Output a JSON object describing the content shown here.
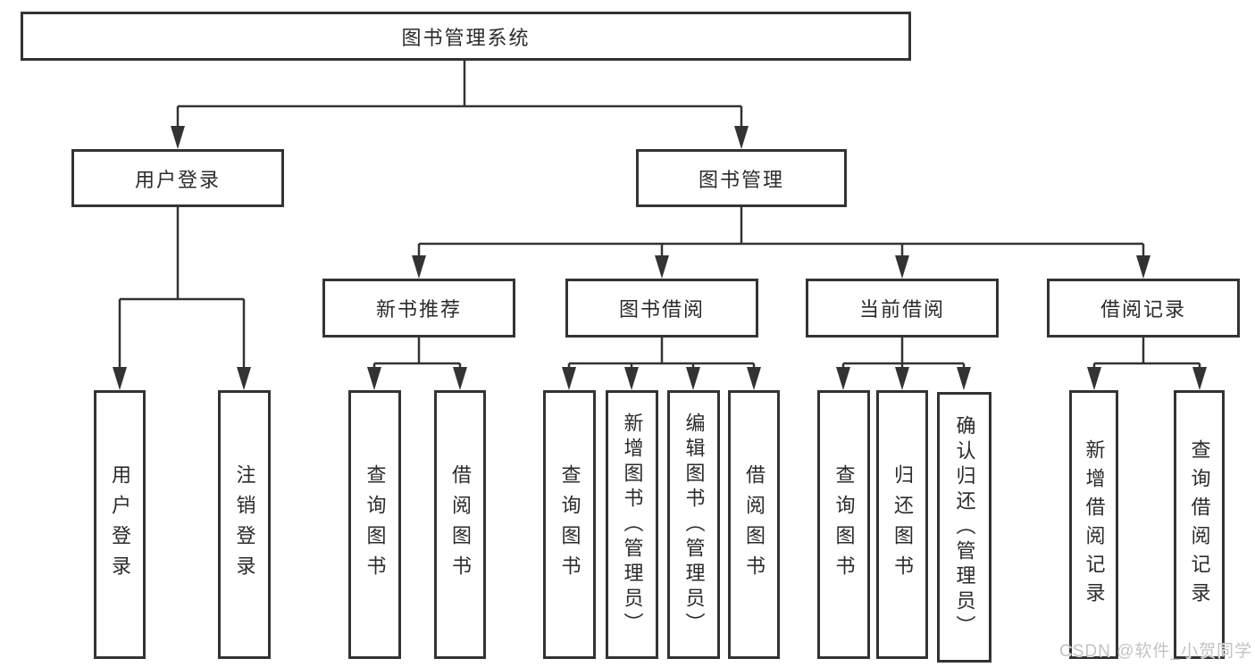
{
  "diagram": {
    "title": "图书管理系统",
    "level2": [
      {
        "label": "用户登录"
      },
      {
        "label": "图书管理"
      }
    ],
    "level3": [
      {
        "label": "新书推荐"
      },
      {
        "label": "图书借阅"
      },
      {
        "label": "当前借阅"
      },
      {
        "label": "借阅记录"
      }
    ],
    "leaves": {
      "user_login": [
        {
          "label": "用户登录"
        },
        {
          "label": "注销登录"
        }
      ],
      "new_book": [
        {
          "label": "查询图书"
        },
        {
          "label": "借阅图书"
        }
      ],
      "book_borrow": [
        {
          "label": "查询图书"
        },
        {
          "label": "新增图书（管理员）"
        },
        {
          "label": "编辑图书（管理员）"
        },
        {
          "label": "借阅图书"
        }
      ],
      "current_borrow": [
        {
          "label": "查询图书"
        },
        {
          "label": "归还图书"
        },
        {
          "label": "确认归还（管理员）"
        }
      ],
      "borrow_records": [
        {
          "label": "新增借阅记录"
        },
        {
          "label": "查询借阅记录"
        }
      ]
    }
  },
  "watermark": {
    "text": "CSDN @软件_小贺同学"
  },
  "colors": {
    "line": "#333333",
    "box_border": "#333333",
    "text": "#2b2b2b",
    "background": "#ffffff",
    "watermark": "#c3c3c3"
  }
}
